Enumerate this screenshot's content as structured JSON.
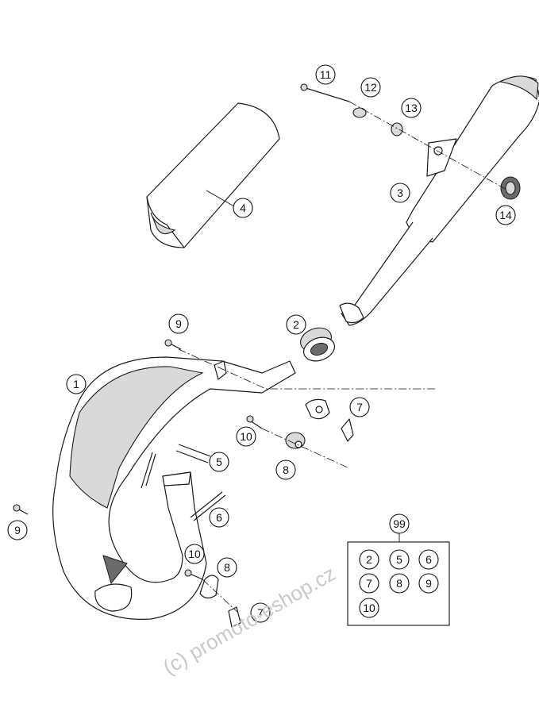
{
  "callouts": {
    "c1": "1",
    "c2": "2",
    "c3": "3",
    "c4": "4",
    "c5": "5",
    "c6": "6",
    "c7a": "7",
    "c7b": "7",
    "c8a": "8",
    "c8b": "8",
    "c9a": "9",
    "c9b": "9",
    "c10a": "10",
    "c10b": "10",
    "c11": "11",
    "c12": "12",
    "c13": "13",
    "c14": "14"
  },
  "kit": {
    "label": "99",
    "items": [
      "2",
      "5",
      "6",
      "7",
      "8",
      "9",
      "10"
    ]
  },
  "watermark": "(c) promoto-eshop.cz"
}
